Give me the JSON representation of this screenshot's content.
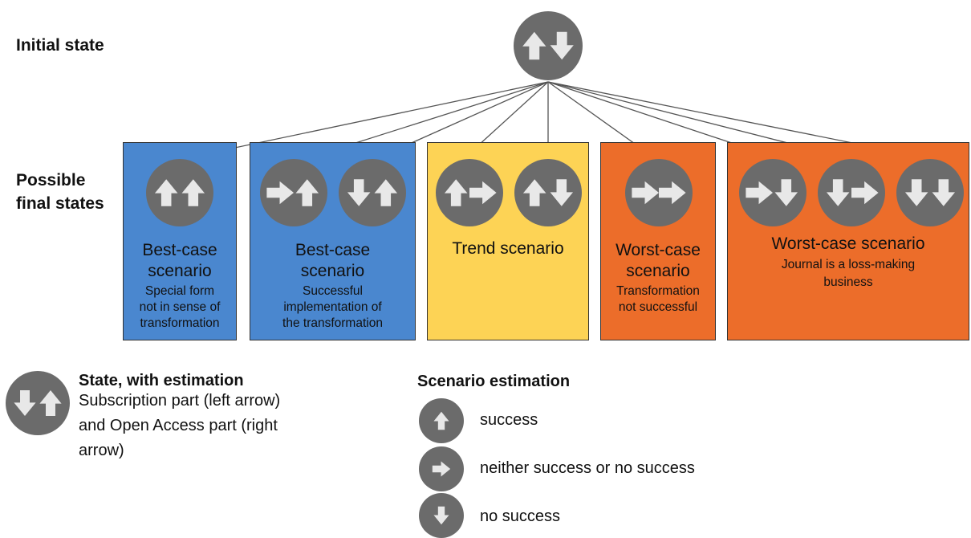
{
  "labels": {
    "initial_state": "Initial state",
    "possible_final_states_1": "Possible",
    "possible_final_states_2": "final states"
  },
  "colors": {
    "blue": "#4a87cf",
    "yellow": "#fdd355",
    "orange": "#ec6d2a",
    "circle": "#6b6b6b",
    "arrow": "#e8e8e8"
  },
  "boxes": [
    {
      "title_1": "Best-case",
      "title_2": "scenario",
      "desc": [
        "Special form",
        "not in sense of",
        "transformation"
      ],
      "states": [
        [
          "up",
          "up"
        ]
      ]
    },
    {
      "title_1": "Best-case",
      "title_2": "scenario",
      "desc": [
        "Successful",
        "implementation of",
        "the transformation"
      ],
      "states": [
        [
          "right",
          "up"
        ],
        [
          "down",
          "up"
        ]
      ]
    },
    {
      "title_1": "Trend scenario",
      "title_2": "",
      "desc": [],
      "states": [
        [
          "up",
          "right"
        ],
        [
          "up",
          "down"
        ]
      ]
    },
    {
      "title_1": "Worst-case",
      "title_2": "scenario",
      "desc": [
        "Transformation",
        "not successful"
      ],
      "states": [
        [
          "right",
          "right"
        ]
      ]
    },
    {
      "title_1": "Worst-case scenario",
      "title_2": "",
      "desc": [
        "Journal is a loss-making",
        "business"
      ],
      "states": [
        [
          "right",
          "down"
        ],
        [
          "down",
          "right"
        ],
        [
          "down",
          "down"
        ]
      ]
    }
  ],
  "initial_state_icon": [
    "up",
    "down"
  ],
  "legend_state": {
    "icon": [
      "down",
      "up"
    ],
    "title": "State, with estimation",
    "line_1": "Subscription part (left arrow)",
    "line_2": "and Open Access part (right",
    "line_3": "arrow)"
  },
  "legend_scenario": {
    "title": "Scenario estimation",
    "items": [
      {
        "icon": "up",
        "label": "success"
      },
      {
        "icon": "right",
        "label": "neither success or no success"
      },
      {
        "icon": "down",
        "label": "no success"
      }
    ]
  }
}
